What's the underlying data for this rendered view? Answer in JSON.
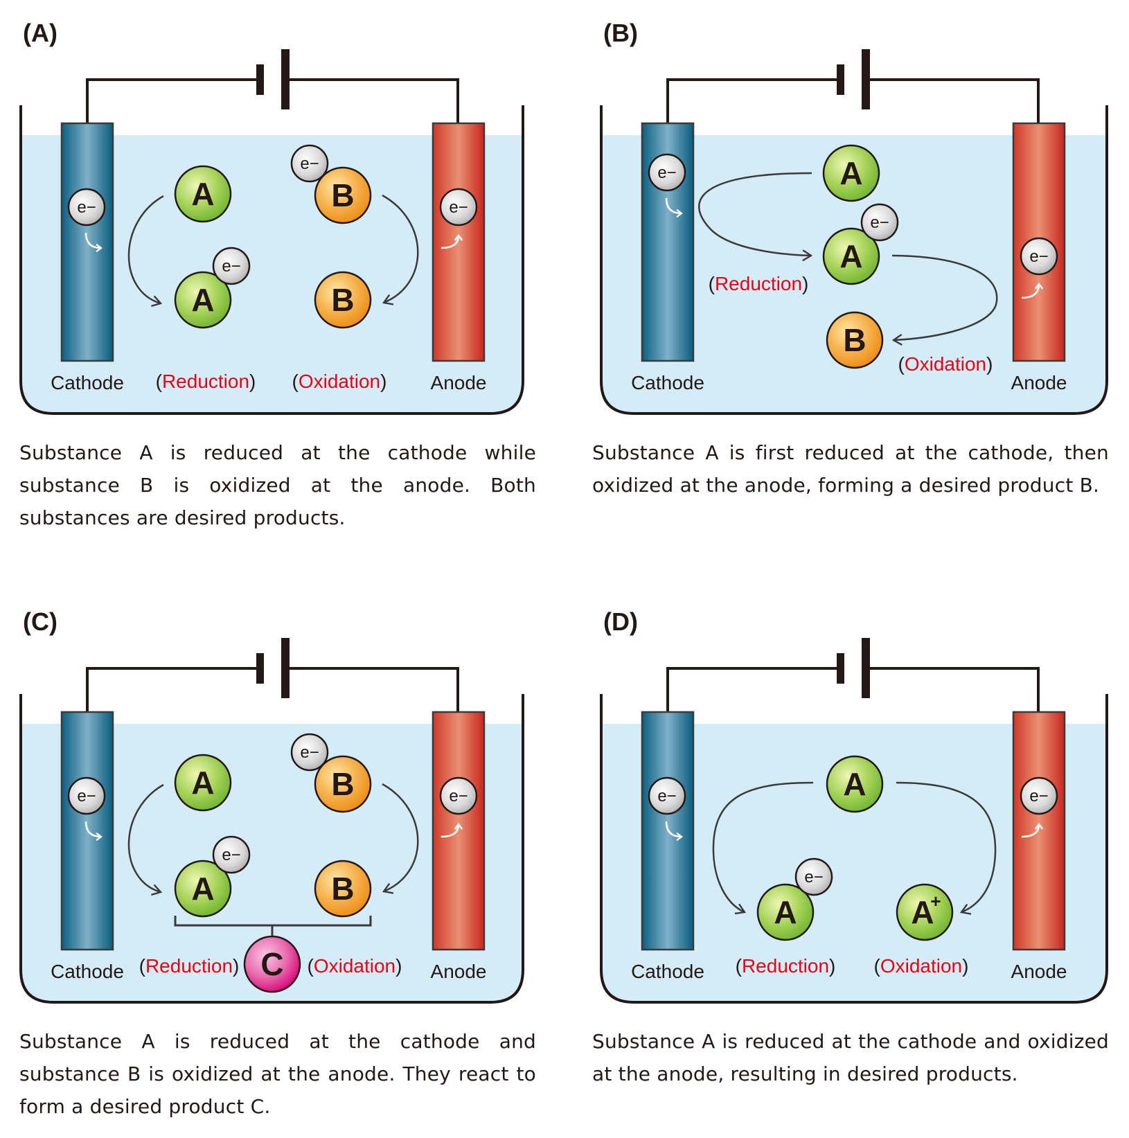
{
  "figure": {
    "colors": {
      "water": "#d4ebf8",
      "cathode": "#1a6f93",
      "anode": "#d2412f",
      "ball_A": "#8cc63f",
      "ball_B": "#f39a1e",
      "ball_C": "#e4007f",
      "electron": "#d3d3d3",
      "process_text": "#e60012",
      "ink": "#231815"
    },
    "common": {
      "cathode_label": "Cathode",
      "anode_label": "Anode",
      "electron_symbol": "e−",
      "open_paren": "(",
      "close_paren": ")",
      "reduction": "Reduction",
      "oxidation": "Oxidation"
    },
    "panels": [
      {
        "id": "A",
        "label": "(A)",
        "species": [
          {
            "letter": "A",
            "kind": "A",
            "role": "reactant"
          },
          {
            "letter": "A",
            "kind": "A",
            "role": "reduced-product",
            "electron": true
          },
          {
            "letter": "B",
            "kind": "B",
            "role": "reactant",
            "electron": true
          },
          {
            "letter": "B",
            "kind": "B",
            "role": "oxidized-product"
          }
        ],
        "caption": "Substance A is reduced at the cathode while substance B is oxidized at the anode. Both substances are desired products."
      },
      {
        "id": "B",
        "label": "(B)",
        "species": [
          {
            "letter": "A",
            "kind": "A",
            "role": "reactant"
          },
          {
            "letter": "A",
            "kind": "A",
            "role": "reduced-intermediate",
            "electron": true
          },
          {
            "letter": "B",
            "kind": "B",
            "role": "oxidized-product"
          }
        ],
        "caption": "Substance A is first reduced at the cathode, then oxidized at the anode, forming a desired product B."
      },
      {
        "id": "C",
        "label": "(C)",
        "species": [
          {
            "letter": "A",
            "kind": "A",
            "role": "reactant"
          },
          {
            "letter": "A",
            "kind": "A",
            "role": "reduced-product",
            "electron": true
          },
          {
            "letter": "B",
            "kind": "B",
            "role": "reactant",
            "electron": true
          },
          {
            "letter": "B",
            "kind": "B",
            "role": "oxidized-product"
          },
          {
            "letter": "C",
            "kind": "C",
            "role": "combined-product"
          }
        ],
        "caption": "Substance A is reduced at the cathode and substance B is oxidized at the anode. They react to form a desired product C."
      },
      {
        "id": "D",
        "label": "(D)",
        "species": [
          {
            "letter": "A",
            "kind": "A",
            "role": "reactant"
          },
          {
            "letter": "A",
            "kind": "A",
            "role": "reduced-product",
            "electron": true
          },
          {
            "letter": "A",
            "sup": "+",
            "kind": "A",
            "role": "oxidized-product"
          }
        ],
        "caption": "Substance A is reduced at the cathode and oxidized at the anode, resulting in desired products."
      }
    ]
  }
}
